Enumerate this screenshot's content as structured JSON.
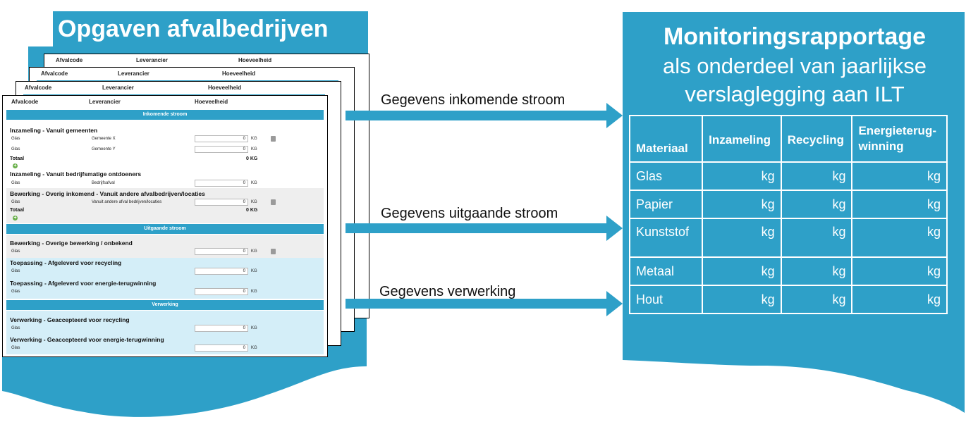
{
  "left": {
    "title": "Opgaven afvalbedrijven",
    "sheet_header": {
      "col1": "Afvalcode",
      "col2": "Leverancier",
      "col3": "Hoeveelheid"
    },
    "sections": {
      "incoming_band": "Inkomende stroom",
      "outgoing_band": "Uitgaande stroom",
      "processing_band": "Verwerking"
    },
    "rows": {
      "inzameling_gemeenten": "Inzameling - Vanuit gemeenten",
      "glas": "Glas",
      "gemeente_x": "Gemeente X",
      "gemeente_y": "Gemeente Y",
      "zero": "0",
      "kg": "KG",
      "totaal": "Totaal",
      "totaal_val": "0 KG",
      "inzameling_bedrijf": "Inzameling - Vanuit bedrijfsmatige ontdoeners",
      "bedrijfsafval": "Bedrijfsafval",
      "bewerking_overig": "Bewerking - Overig inkomend - Vanuit andere afvalbedrijven/locaties",
      "vanuit_andere": "Vanuit andere afval bedrijven/locaties",
      "bewerking_onbekend": "Bewerking - Overige bewerking / onbekend",
      "toepassing_recycling": "Toepassing - Afgeleverd voor recycling",
      "toepassing_energie": "Toepassing - Afgeleverd voor energie-terugwinning",
      "verwerking_recycling": "Verwerking - Geaccepteerd voor recycling",
      "verwerking_energie": "Verwerking - Geaccepteerd voor energie-terugwinning"
    }
  },
  "arrows": {
    "incoming": "Gegevens inkomende stroom",
    "outgoing": "Gegevens uitgaande stroom",
    "processing": "Gegevens verwerking"
  },
  "right": {
    "title_line1": "Monitoringsrapportage",
    "title_line2": "als onderdeel van jaarlijkse",
    "title_line3": "verslaglegging aan ILT",
    "table": {
      "headers": [
        "Materiaal",
        "Inzameling",
        "Recycling",
        "Energieterug-winning"
      ],
      "unit": "kg",
      "materials": [
        "Glas",
        "Papier",
        "Kunststof",
        "Metaal",
        "Hout"
      ]
    }
  },
  "colors": {
    "accent": "#2ea0c8",
    "white": "#ffffff",
    "light_row": "#d4eef8",
    "grey_row": "#eeeeee"
  }
}
